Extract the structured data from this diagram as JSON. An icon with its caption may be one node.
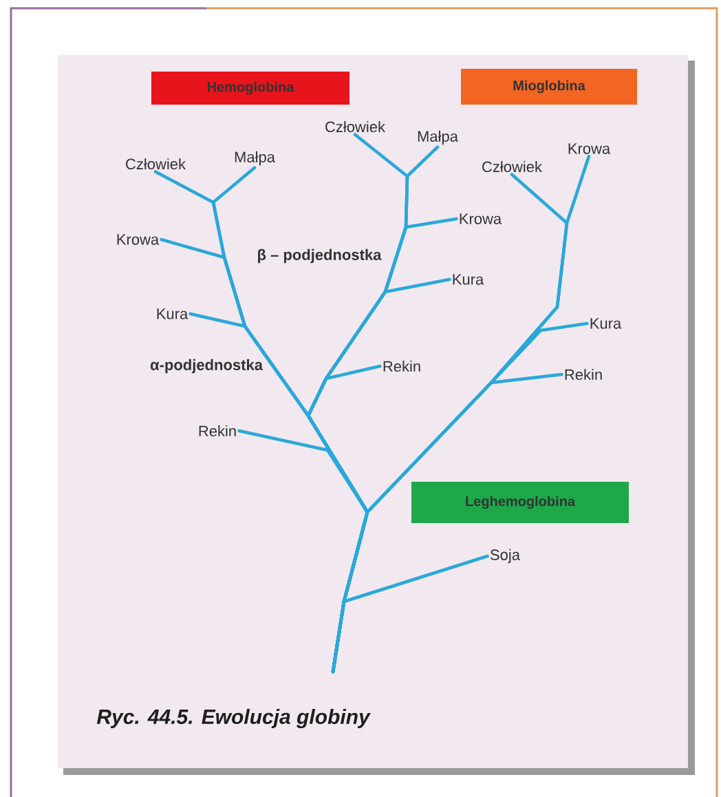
{
  "diagram": {
    "caption": "Ryc. 44.5. Ewolucja globiny",
    "nodes": [
      {
        "text": [
          "Hemoglobina"
        ]
      },
      {
        "text": [
          "Mioglobina"
        ]
      },
      {
        "text": [
          "Człowiek"
        ]
      },
      {
        "text": [
          "Małpa"
        ]
      },
      {
        "text": [
          "Krowa"
        ]
      },
      {
        "text": [
          "Małpa"
        ]
      },
      {
        "text": [
          "Człowiek"
        ]
      },
      {
        "text": [
          "Człowiek"
        ]
      },
      {
        "text": [
          "Krowa"
        ]
      },
      {
        "text": [
          "Krowa"
        ]
      },
      {
        "text": [
          "Kura"
        ]
      },
      {
        "text": [
          "Kura"
        ]
      },
      {
        "text": [
          "Kura"
        ]
      },
      {
        "text": [
          "Rekin"
        ]
      },
      {
        "text": [
          "Rekin"
        ]
      },
      {
        "text": [
          "Rekin"
        ]
      },
      {
        "text": [
          "Leghemoglobina"
        ]
      },
      {
        "text": [
          "Soja"
        ]
      }
    ],
    "edges": [
      {
        "from": null,
        "to": 2,
        "arrow": "none"
      },
      {
        "from": null,
        "to": 3,
        "arrow": "none"
      },
      {
        "from": null,
        "to": 4,
        "arrow": "none"
      },
      {
        "from": null,
        "to": 5,
        "arrow": "none"
      },
      {
        "from": null,
        "to": 6,
        "arrow": "none"
      },
      {
        "from": null,
        "to": 7,
        "arrow": "none"
      },
      {
        "from": null,
        "to": 8,
        "arrow": "none"
      },
      {
        "from": null,
        "to": 9,
        "arrow": "none"
      },
      {
        "from": null,
        "to": 10,
        "arrow": "none"
      },
      {
        "from": null,
        "to": 11,
        "arrow": "none"
      },
      {
        "from": null,
        "to": 12,
        "arrow": "none"
      },
      {
        "from": null,
        "to": 13,
        "arrow": "none"
      },
      {
        "from": null,
        "to": 14,
        "arrow": "none"
      },
      {
        "from": null,
        "to": 15,
        "arrow": "none"
      },
      {
        "from": null,
        "to": 17,
        "arrow": "none"
      }
    ],
    "labels": [
      "β – podjednostka",
      "α-podjednostka"
    ]
  }
}
